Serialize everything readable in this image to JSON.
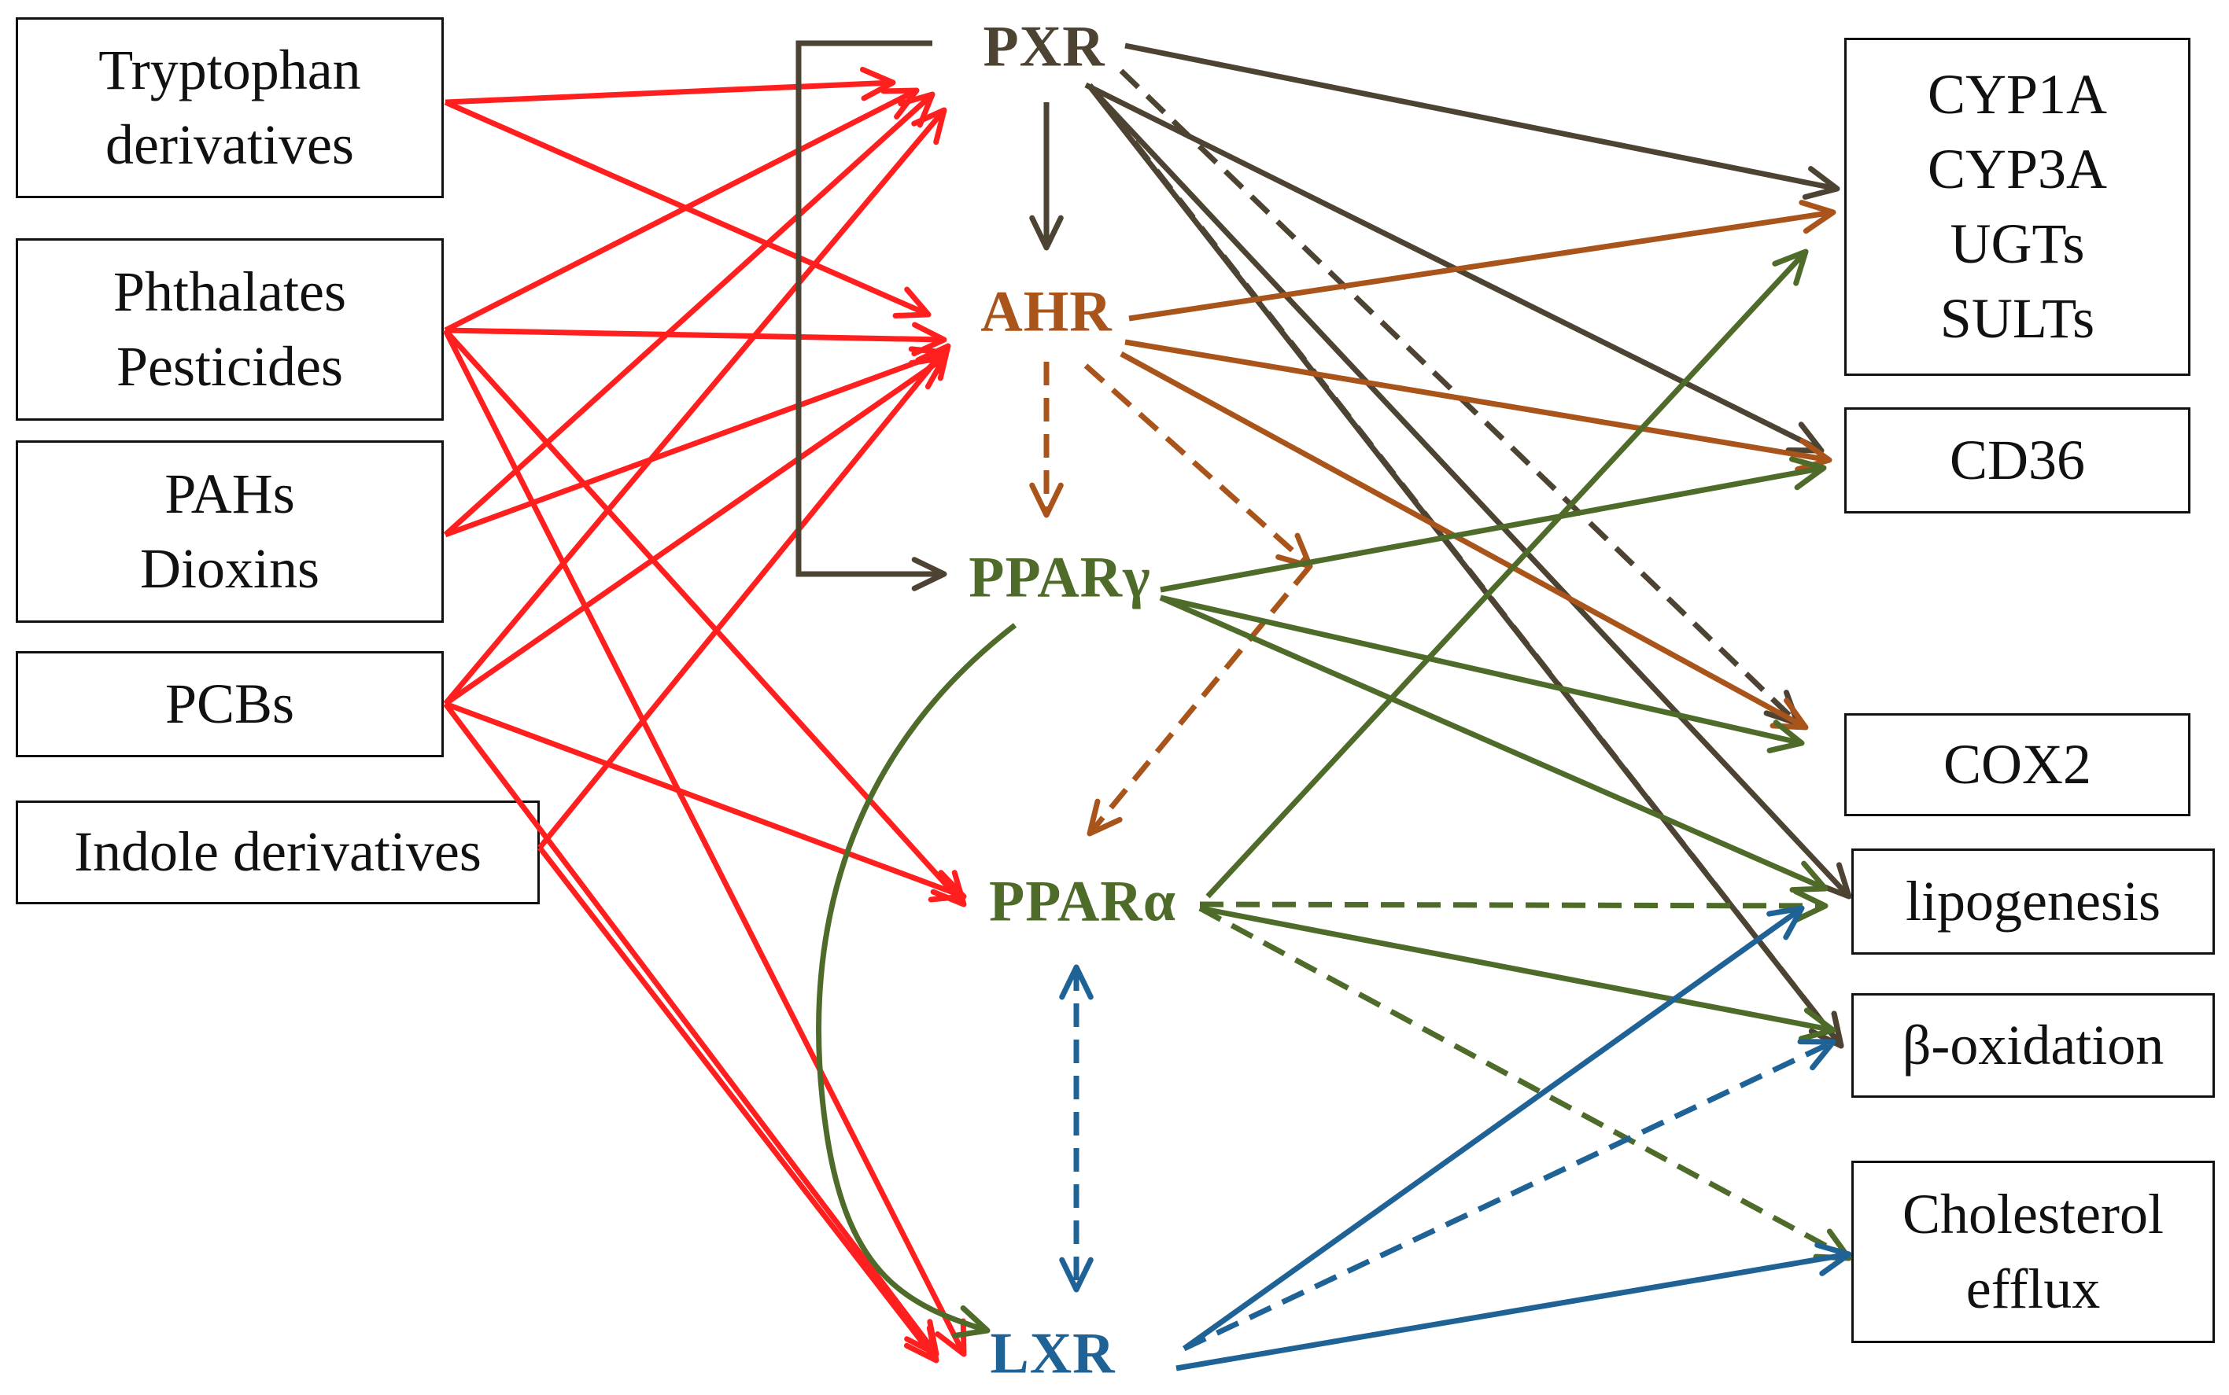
{
  "sources": [
    {
      "id": "tryptophan",
      "lines": [
        "Tryptophan",
        "derivatives"
      ]
    },
    {
      "id": "phthalates",
      "lines": [
        "Phthalates",
        "Pesticides"
      ]
    },
    {
      "id": "pahs",
      "lines": [
        "PAHs",
        "Dioxins"
      ]
    },
    {
      "id": "pcbs",
      "lines": [
        "PCBs"
      ]
    },
    {
      "id": "indole",
      "lines": [
        "Indole derivatives"
      ]
    }
  ],
  "receptors": {
    "pxr": {
      "label": "PXR",
      "color": "#4d4332"
    },
    "ahr": {
      "label": "AHR",
      "color": "#a9541a"
    },
    "pparg": {
      "label": "PPARγ",
      "color": "#4f6b2a"
    },
    "ppara": {
      "label": "PPARα",
      "color": "#4f6b2a"
    },
    "lxr": {
      "label": "LXR",
      "color": "#1f6296"
    }
  },
  "targets": [
    {
      "id": "cyp",
      "lines": [
        "CYP1A",
        "CYP3A",
        "UGTs",
        "SULTs"
      ]
    },
    {
      "id": "cd36",
      "lines": [
        "CD36"
      ]
    },
    {
      "id": "cox2",
      "lines": [
        "COX2"
      ]
    },
    {
      "id": "lipogenesis",
      "lines": [
        "lipogenesis"
      ]
    },
    {
      "id": "boxidation",
      "lines": [
        "β-oxidation"
      ]
    },
    {
      "id": "cholesterol",
      "lines": [
        "Cholesterol",
        "efflux"
      ]
    }
  ],
  "colors": {
    "source_arrow": "#ff1f1f",
    "pxr": "#4d4332",
    "ahr": "#a9541a",
    "ppar": "#4f6b2a",
    "lxr": "#1f6296"
  }
}
